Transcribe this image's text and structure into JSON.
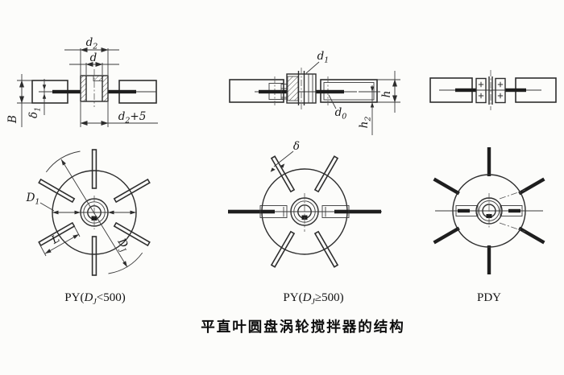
{
  "caption": "平直叶圆盘涡轮搅拌器的结构",
  "type_labels": {
    "left": {
      "pre": "PY(",
      "sym": "D",
      "sub": "J",
      "suf": "<500)"
    },
    "middle": {
      "pre": "PY(",
      "sym": "D",
      "sub": "J",
      "suf": "≥500)"
    },
    "right": "PDY"
  },
  "dims": {
    "d2": {
      "m": "d",
      "s": "2"
    },
    "d": {
      "m": "d"
    },
    "B": {
      "m": "B"
    },
    "delta1": {
      "m": "δ",
      "s": "1"
    },
    "d2p5": {
      "m": "d",
      "s": "2",
      "t": "+5"
    },
    "D1": {
      "m": "D",
      "s": "1"
    },
    "L": {
      "m": "L"
    },
    "DJ": {
      "m": "D",
      "s": "J"
    },
    "d1": {
      "m": "d",
      "s": "1"
    },
    "d0": {
      "m": "d",
      "s": "0"
    },
    "h": {
      "m": "h"
    },
    "h2": {
      "m": "h",
      "s": "2"
    },
    "delta": {
      "m": "δ"
    }
  }
}
